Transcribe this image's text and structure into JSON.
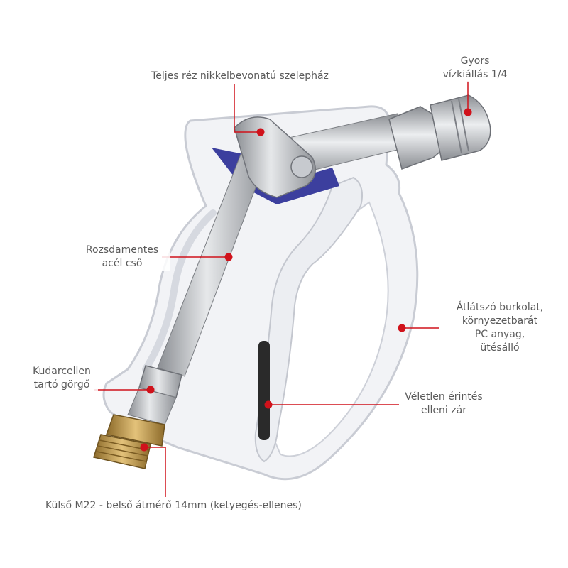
{
  "accent_color": "#d0121b",
  "callouts": {
    "valve_body": {
      "lines": [
        "Teljes réz nikkelbevonatú szelepház"
      ]
    },
    "quick_coupling": {
      "lines": [
        "Gyors",
        "vízkiállás 1/4"
      ]
    },
    "steel_tube": {
      "lines": [
        "Rozsdamentes",
        "acél cső"
      ]
    },
    "transparent_cover": {
      "lines": [
        "Átlátszó burkolat,",
        "környezetbarát",
        "PC anyag,",
        "ütésálló"
      ]
    },
    "swivel_roller": {
      "lines": [
        "Kudarcellen",
        "tartó görgő"
      ]
    },
    "safety_lock": {
      "lines": [
        "Véletlen érintés",
        "elleni zár"
      ]
    },
    "outer_thread": {
      "lines": [
        "Külső M22 - belső átmérő 14mm (ketyegés-ellenes)"
      ]
    }
  }
}
